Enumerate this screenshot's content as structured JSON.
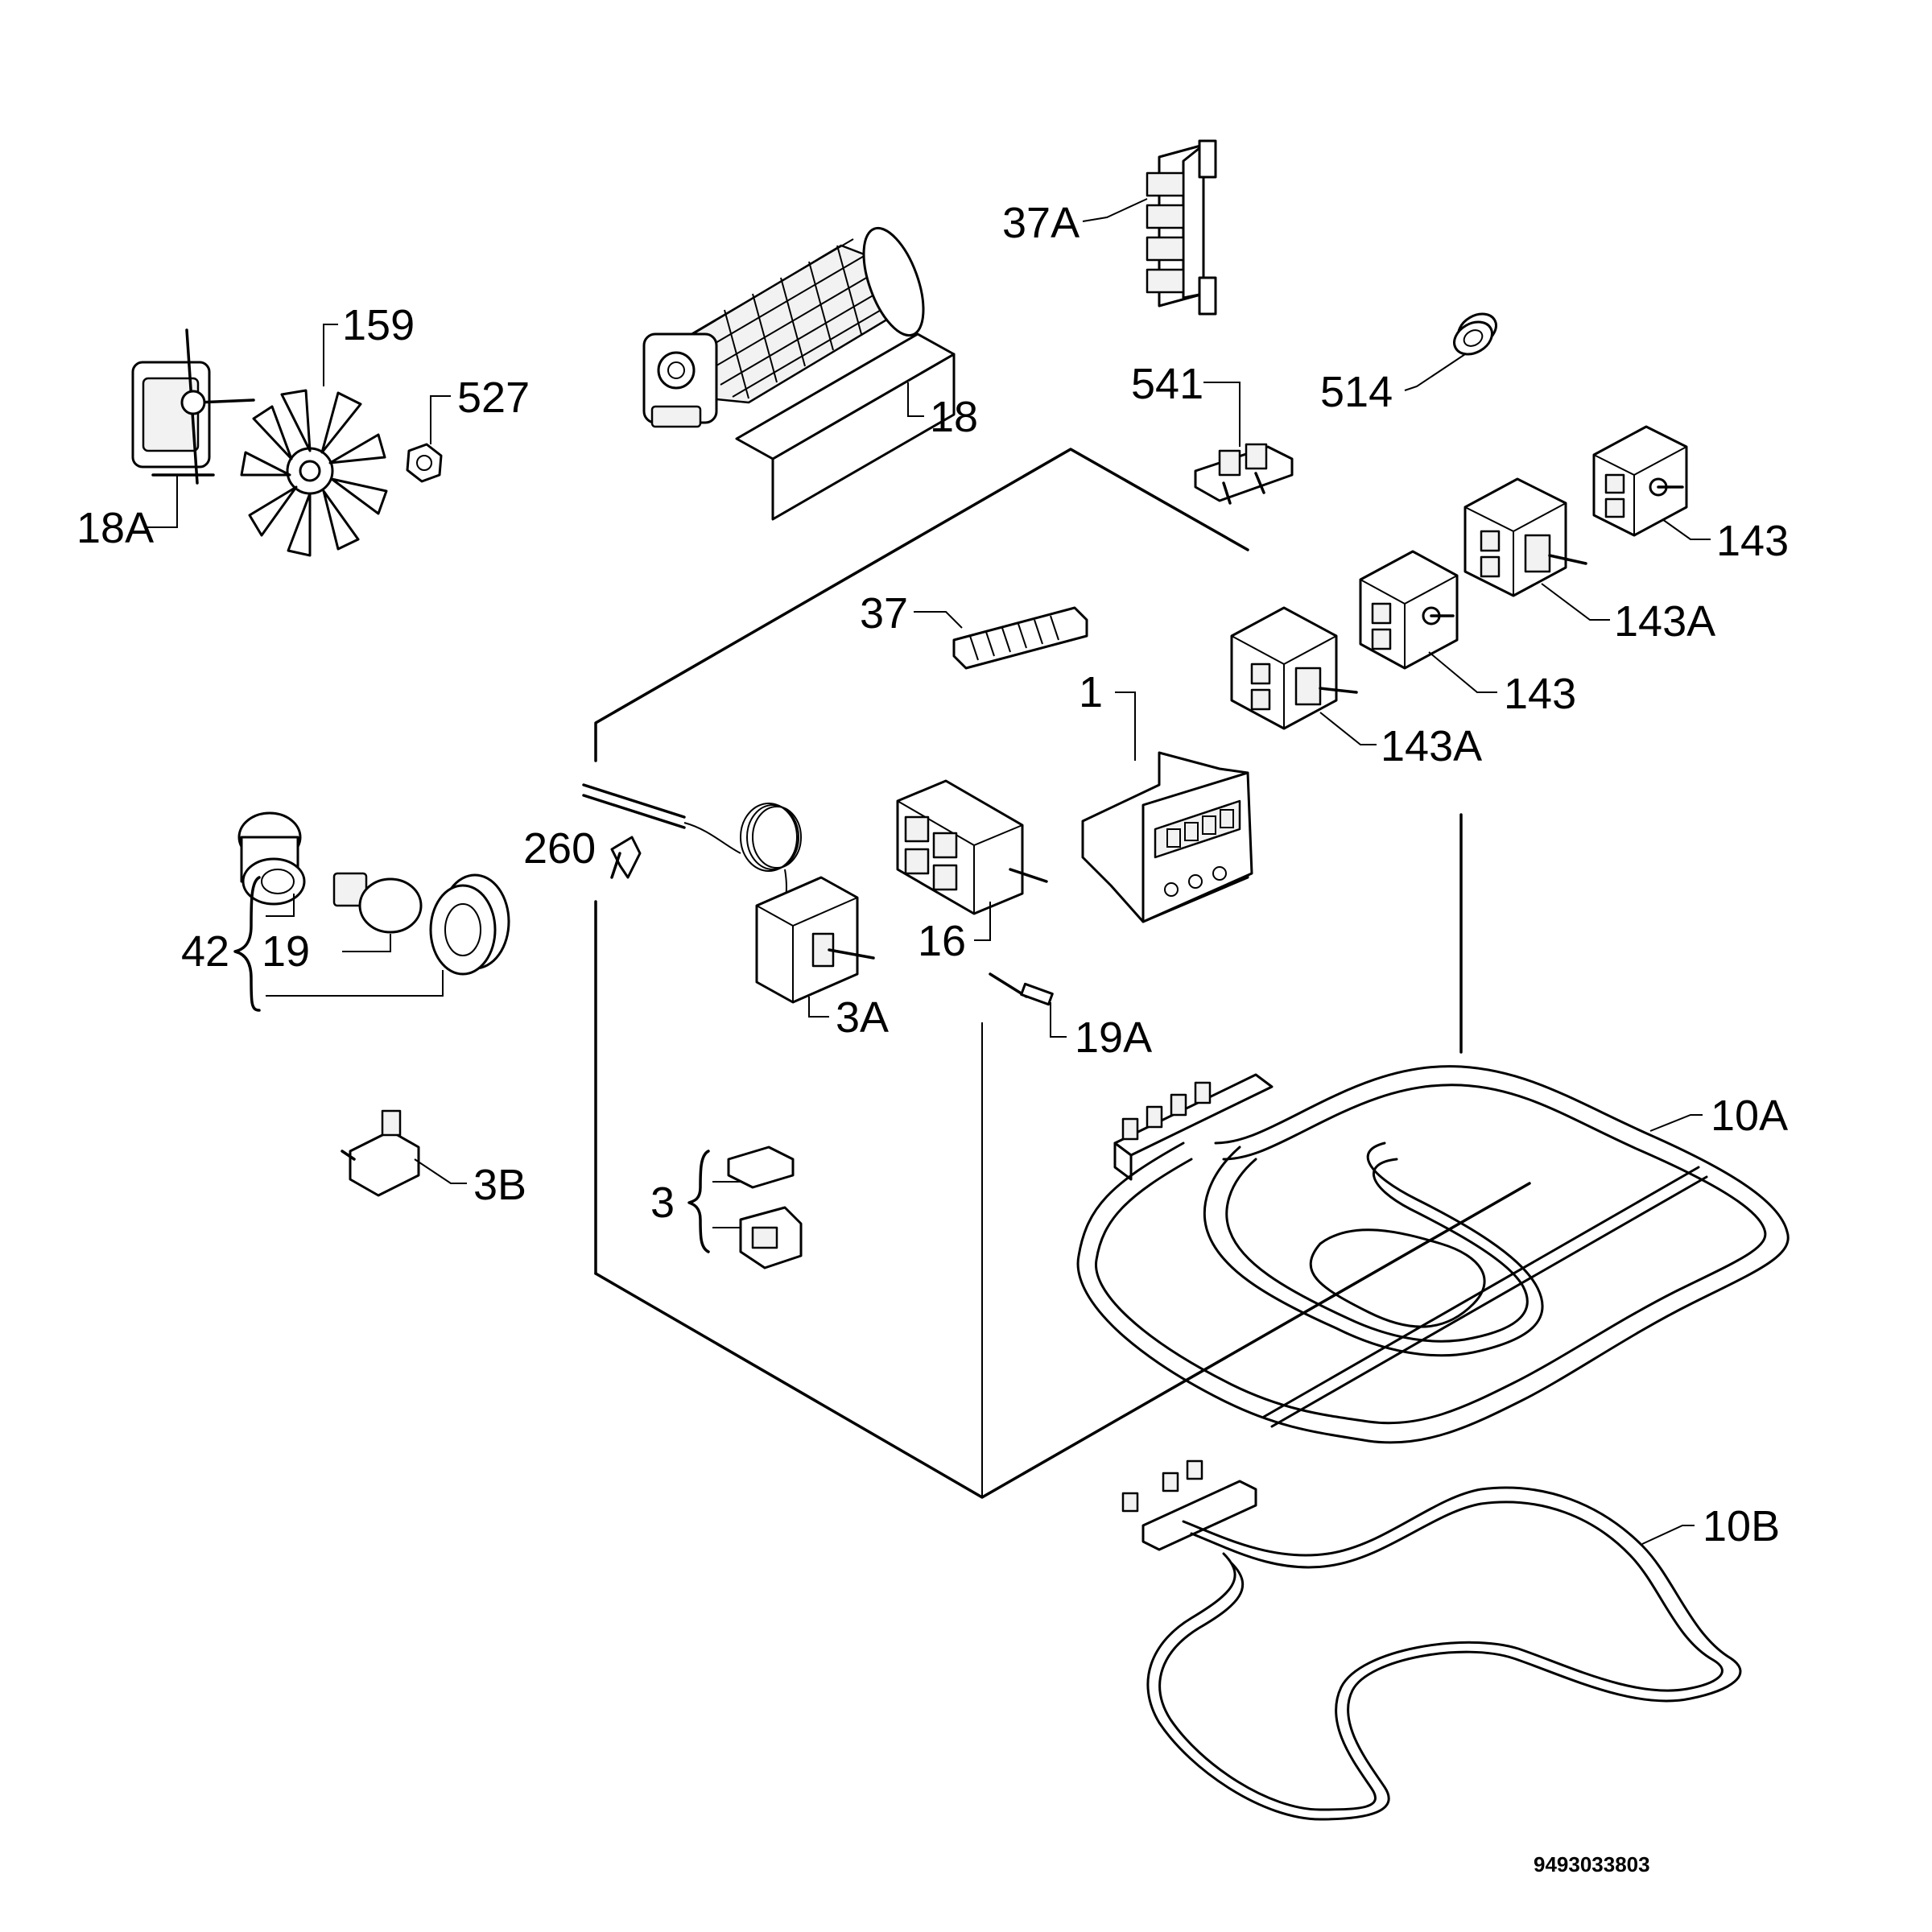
{
  "labels": {
    "l1": "1",
    "l3": "3",
    "l3A": "3A",
    "l3B": "3B",
    "l10A": "10A",
    "l10B": "10B",
    "l16": "16",
    "l18": "18",
    "l18A": "18A",
    "l19": "19",
    "l19A": "19A",
    "l37": "37",
    "l37A": "37A",
    "l42": "42",
    "l143a": "143",
    "l143b": "143",
    "l143Aa": "143A",
    "l143Ab": "143A",
    "l159": "159",
    "l260": "260",
    "l514": "514",
    "l527": "527",
    "l541": "541"
  },
  "doc_id": "9493033803"
}
